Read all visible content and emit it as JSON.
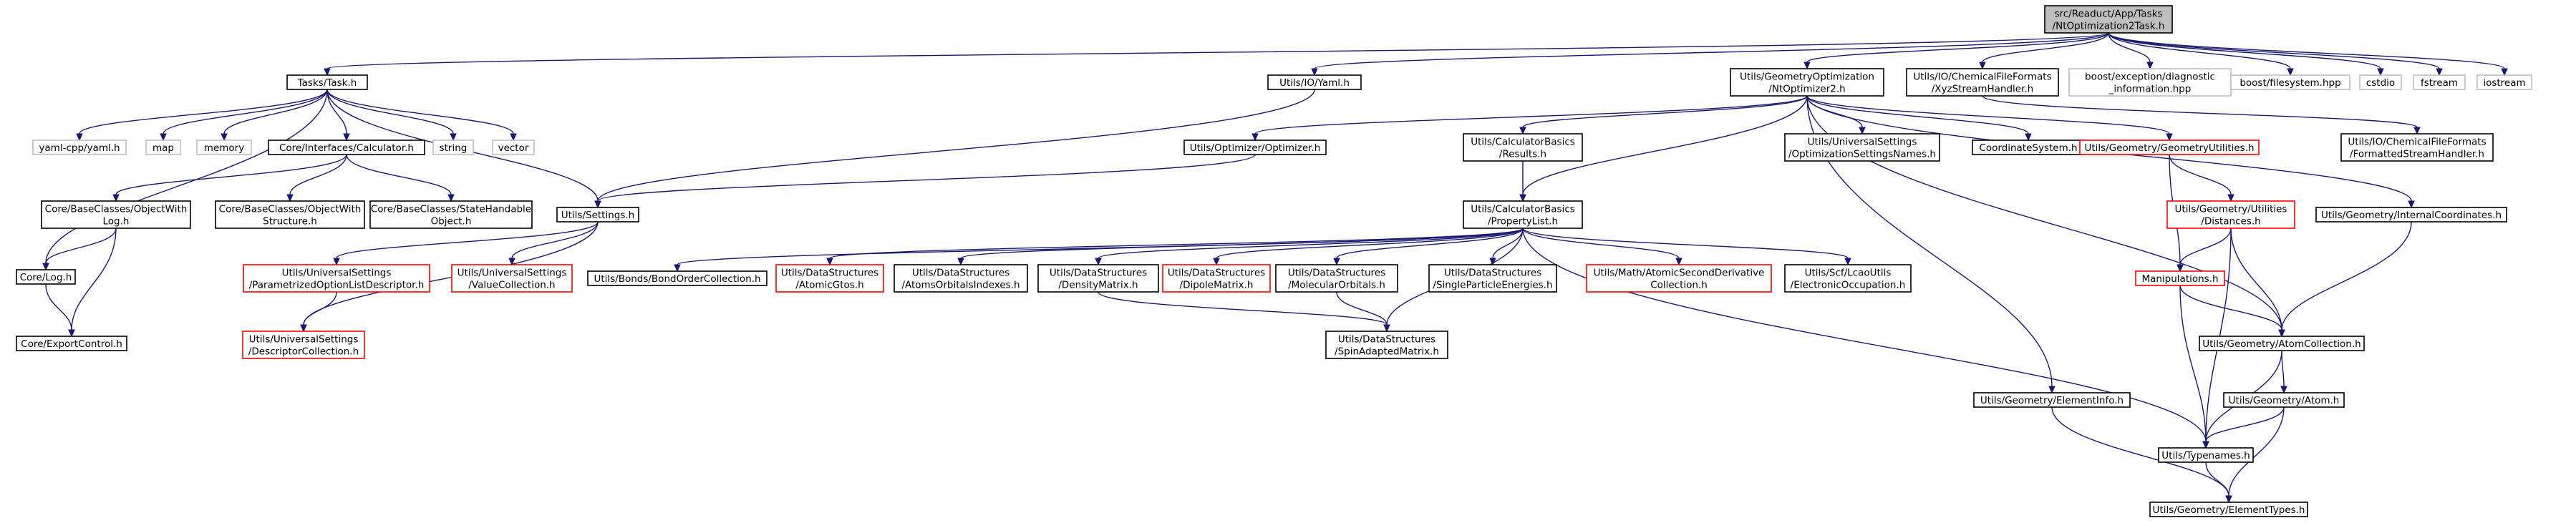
{
  "diagram": {
    "nodes": [
      {
        "id": "root",
        "lines": [
          "src/Readuct/App/Tasks",
          "/NtOptimization2Task.h"
        ],
        "style": "root"
      },
      {
        "id": "task",
        "lines": [
          "Tasks/Task.h"
        ],
        "style": "normal"
      },
      {
        "id": "yaml",
        "lines": [
          "Utils/IO/Yaml.h"
        ],
        "style": "normal"
      },
      {
        "id": "ntopt2",
        "lines": [
          "Utils/GeometryOptimization",
          "/NtOptimizer2.h"
        ],
        "style": "normal"
      },
      {
        "id": "xyz",
        "lines": [
          "Utils/IO/ChemicalFileFormats",
          "/XyzStreamHandler.h"
        ],
        "style": "normal"
      },
      {
        "id": "boostexc",
        "lines": [
          "boost/exception/diagnostic",
          "_information.hpp"
        ],
        "style": "external"
      },
      {
        "id": "boostfs",
        "lines": [
          "boost/filesystem.hpp"
        ],
        "style": "external"
      },
      {
        "id": "cstdio",
        "lines": [
          "cstdio"
        ],
        "style": "external"
      },
      {
        "id": "fstream",
        "lines": [
          "fstream"
        ],
        "style": "external"
      },
      {
        "id": "iostream",
        "lines": [
          "iostream"
        ],
        "style": "external"
      },
      {
        "id": "yamlcpp",
        "lines": [
          "yaml-cpp/yaml.h"
        ],
        "style": "external"
      },
      {
        "id": "map",
        "lines": [
          "map"
        ],
        "style": "external"
      },
      {
        "id": "memory",
        "lines": [
          "memory"
        ],
        "style": "external"
      },
      {
        "id": "calculator",
        "lines": [
          "Core/Interfaces/Calculator.h"
        ],
        "style": "normal"
      },
      {
        "id": "string",
        "lines": [
          "string"
        ],
        "style": "external"
      },
      {
        "id": "vector",
        "lines": [
          "vector"
        ],
        "style": "external"
      },
      {
        "id": "optimizer",
        "lines": [
          "Utils/Optimizer/Optimizer.h"
        ],
        "style": "normal"
      },
      {
        "id": "results",
        "lines": [
          "Utils/CalculatorBasics",
          "/Results.h"
        ],
        "style": "normal"
      },
      {
        "id": "optnames",
        "lines": [
          "Utils/UniversalSettings",
          "/OptimizationSettingsNames.h"
        ],
        "style": "normal"
      },
      {
        "id": "coordsys",
        "lines": [
          "CoordinateSystem.h"
        ],
        "style": "normal"
      },
      {
        "id": "geomutil",
        "lines": [
          "Utils/Geometry/GeometryUtilities.h"
        ],
        "style": "missing"
      },
      {
        "id": "formatted",
        "lines": [
          "Utils/IO/ChemicalFileFormats",
          "/FormattedStreamHandler.h"
        ],
        "style": "normal"
      },
      {
        "id": "objlog",
        "lines": [
          "Core/BaseClasses/ObjectWith",
          "Log.h"
        ],
        "style": "normal"
      },
      {
        "id": "objstruct",
        "lines": [
          "Core/BaseClasses/ObjectWith",
          "Structure.h"
        ],
        "style": "normal"
      },
      {
        "id": "statehandable",
        "lines": [
          "Core/BaseClasses/StateHandable",
          "Object.h"
        ],
        "style": "normal"
      },
      {
        "id": "settings",
        "lines": [
          "Utils/Settings.h"
        ],
        "style": "normal"
      },
      {
        "id": "proplist",
        "lines": [
          "Utils/CalculatorBasics",
          "/PropertyList.h"
        ],
        "style": "normal"
      },
      {
        "id": "distances",
        "lines": [
          "Utils/Geometry/Utilities",
          "/Distances.h"
        ],
        "style": "missing"
      },
      {
        "id": "internalcoords",
        "lines": [
          "Utils/Geometry/InternalCoordinates.h"
        ],
        "style": "normal"
      },
      {
        "id": "corelog",
        "lines": [
          "Core/Log.h"
        ],
        "style": "normal"
      },
      {
        "id": "paramdesc",
        "lines": [
          "Utils/UniversalSettings",
          "/ParametrizedOptionListDescriptor.h"
        ],
        "style": "missing"
      },
      {
        "id": "valuecoll",
        "lines": [
          "Utils/UniversalSettings",
          "/ValueCollection.h"
        ],
        "style": "missing"
      },
      {
        "id": "bondorder",
        "lines": [
          "Utils/Bonds/BondOrderCollection.h"
        ],
        "style": "normal"
      },
      {
        "id": "atomicgtos",
        "lines": [
          "Utils/DataStructures",
          "/AtomicGtos.h"
        ],
        "style": "missing"
      },
      {
        "id": "atomsorb",
        "lines": [
          "Utils/DataStructures",
          "/AtomsOrbitalsIndexes.h"
        ],
        "style": "normal"
      },
      {
        "id": "density",
        "lines": [
          "Utils/DataStructures",
          "/DensityMatrix.h"
        ],
        "style": "normal"
      },
      {
        "id": "dipole",
        "lines": [
          "Utils/DataStructures",
          "/DipoleMatrix.h"
        ],
        "style": "missing"
      },
      {
        "id": "molorb",
        "lines": [
          "Utils/DataStructures",
          "/MolecularOrbitals.h"
        ],
        "style": "normal"
      },
      {
        "id": "singleparticle",
        "lines": [
          "Utils/DataStructures",
          "/SingleParticleEnergies.h"
        ],
        "style": "normal"
      },
      {
        "id": "secondderiv",
        "lines": [
          "Utils/Math/AtomicSecondDerivative",
          "Collection.h"
        ],
        "style": "missing"
      },
      {
        "id": "lcao",
        "lines": [
          "Utils/Scf/LcaoUtils",
          "/ElectronicOccupation.h"
        ],
        "style": "normal"
      },
      {
        "id": "manip",
        "lines": [
          "Manipulations.h"
        ],
        "style": "missing"
      },
      {
        "id": "atomcoll",
        "lines": [
          "Utils/Geometry/AtomCollection.h"
        ],
        "style": "normal"
      },
      {
        "id": "exportctrl",
        "lines": [
          "Core/ExportControl.h"
        ],
        "style": "normal"
      },
      {
        "id": "desccoll",
        "lines": [
          "Utils/UniversalSettings",
          "/DescriptorCollection.h"
        ],
        "style": "missing"
      },
      {
        "id": "spinadapted",
        "lines": [
          "Utils/DataStructures",
          "/SpinAdaptedMatrix.h"
        ],
        "style": "normal"
      },
      {
        "id": "elementinfo",
        "lines": [
          "Utils/Geometry/ElementInfo.h"
        ],
        "style": "normal"
      },
      {
        "id": "atom",
        "lines": [
          "Utils/Geometry/Atom.h"
        ],
        "style": "normal"
      },
      {
        "id": "typenames",
        "lines": [
          "Utils/Typenames.h"
        ],
        "style": "normal"
      },
      {
        "id": "elementtypes",
        "lines": [
          "Utils/Geometry/ElementTypes.h"
        ],
        "style": "normal"
      }
    ],
    "edges": [
      [
        "root",
        "task"
      ],
      [
        "root",
        "yaml"
      ],
      [
        "root",
        "ntopt2"
      ],
      [
        "root",
        "xyz"
      ],
      [
        "root",
        "boostexc"
      ],
      [
        "root",
        "boostfs"
      ],
      [
        "root",
        "cstdio"
      ],
      [
        "root",
        "fstream"
      ],
      [
        "root",
        "iostream"
      ],
      [
        "task",
        "corelog"
      ],
      [
        "task",
        "yamlcpp"
      ],
      [
        "task",
        "map"
      ],
      [
        "task",
        "memory"
      ],
      [
        "task",
        "calculator"
      ],
      [
        "task",
        "string"
      ],
      [
        "task",
        "vector"
      ],
      [
        "task",
        "settings"
      ],
      [
        "yaml",
        "settings"
      ],
      [
        "calculator",
        "objlog"
      ],
      [
        "calculator",
        "objstruct"
      ],
      [
        "calculator",
        "statehandable"
      ],
      [
        "ntopt2",
        "optimizer"
      ],
      [
        "ntopt2",
        "results"
      ],
      [
        "ntopt2",
        "optnames"
      ],
      [
        "ntopt2",
        "coordsys"
      ],
      [
        "ntopt2",
        "geomutil"
      ],
      [
        "ntopt2",
        "internalcoords"
      ],
      [
        "ntopt2",
        "proplist"
      ],
      [
        "ntopt2",
        "atomcoll"
      ],
      [
        "ntopt2",
        "elementinfo"
      ],
      [
        "xyz",
        "formatted"
      ],
      [
        "optimizer",
        "settings"
      ],
      [
        "results",
        "proplist"
      ],
      [
        "objlog",
        "corelog"
      ],
      [
        "objlog",
        "exportctrl"
      ],
      [
        "corelog",
        "exportctrl"
      ],
      [
        "settings",
        "paramdesc"
      ],
      [
        "settings",
        "valuecoll"
      ],
      [
        "settings",
        "desccoll"
      ],
      [
        "paramdesc",
        "desccoll"
      ],
      [
        "proplist",
        "bondorder"
      ],
      [
        "proplist",
        "atomicgtos"
      ],
      [
        "proplist",
        "atomsorb"
      ],
      [
        "proplist",
        "density"
      ],
      [
        "proplist",
        "dipole"
      ],
      [
        "proplist",
        "molorb"
      ],
      [
        "proplist",
        "singleparticle"
      ],
      [
        "proplist",
        "secondderiv"
      ],
      [
        "proplist",
        "lcao"
      ],
      [
        "proplist",
        "spinadapted"
      ],
      [
        "proplist",
        "typenames"
      ],
      [
        "density",
        "spinadapted"
      ],
      [
        "molorb",
        "spinadapted"
      ],
      [
        "geomutil",
        "distances"
      ],
      [
        "geomutil",
        "manip"
      ],
      [
        "distances",
        "manip"
      ],
      [
        "distances",
        "atomcoll"
      ],
      [
        "distances",
        "typenames"
      ],
      [
        "manip",
        "atomcoll"
      ],
      [
        "manip",
        "typenames"
      ],
      [
        "internalcoords",
        "atomcoll"
      ],
      [
        "atomcoll",
        "atom"
      ],
      [
        "atomcoll",
        "typenames"
      ],
      [
        "atom",
        "typenames"
      ],
      [
        "atom",
        "elementtypes"
      ],
      [
        "elementinfo",
        "elementtypes"
      ],
      [
        "typenames",
        "elementtypes"
      ]
    ],
    "colors": {
      "edge": "#191970",
      "root_fill": "#bfbfbf",
      "root_border": "#000000",
      "normal_border": "#000000",
      "missing_border": "#ff0000",
      "external_border": "#bfbfbf",
      "external_text": "#555555"
    }
  }
}
